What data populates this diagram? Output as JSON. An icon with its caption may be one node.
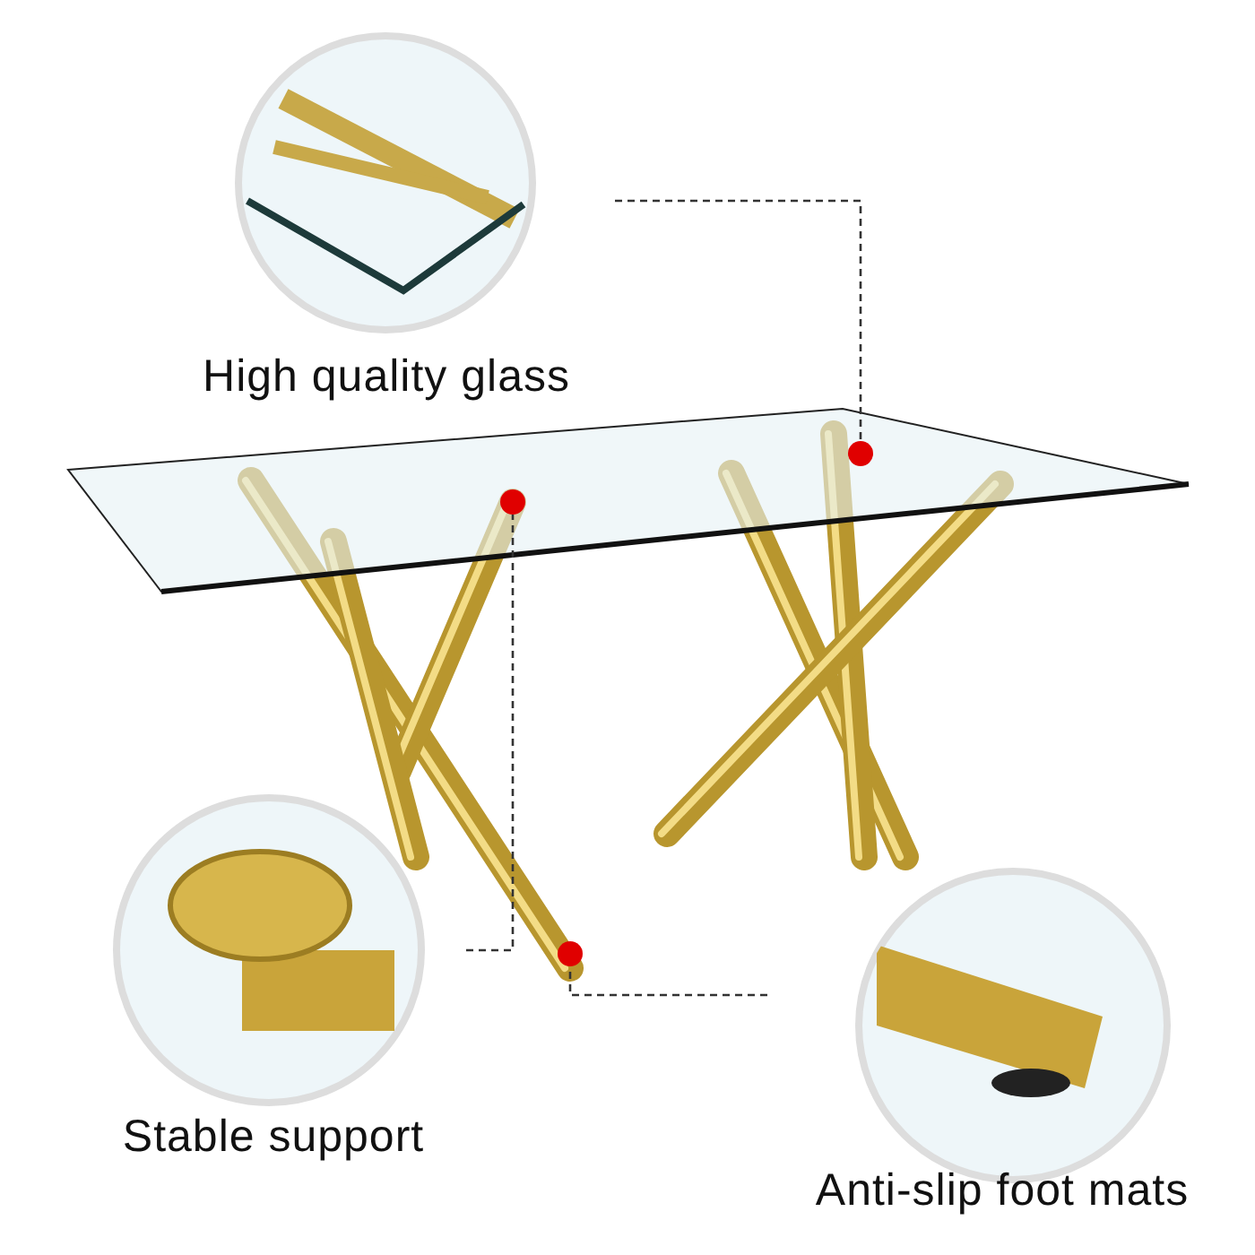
{
  "diagram": {
    "nodes": [
      {
        "text": [
          "High quality glass"
        ]
      },
      {
        "text": [
          "Stable support"
        ]
      },
      {
        "text": [
          "Anti-slip foot mats"
        ]
      },
      {
        "text": [],
        "shape": "circle"
      },
      {
        "text": [],
        "shape": "circle"
      },
      {
        "text": [],
        "shape": "circle"
      }
    ],
    "edges": [
      {
        "from": 0,
        "to": 3,
        "arrow": "none",
        "style": "dashed"
      },
      {
        "from": 1,
        "to": 4,
        "arrow": "none",
        "style": "dashed"
      },
      {
        "from": 2,
        "to": 5,
        "arrow": "none",
        "style": "dashed"
      }
    ]
  }
}
